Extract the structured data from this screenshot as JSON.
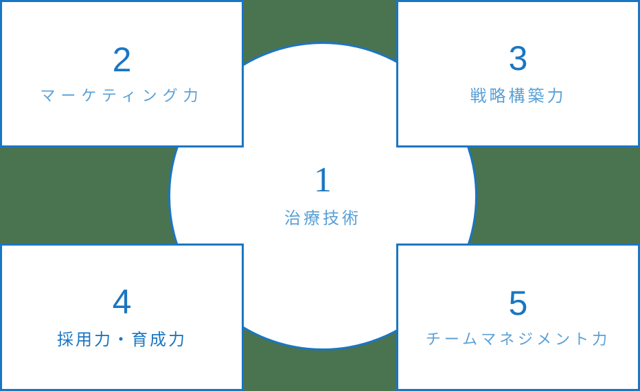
{
  "diagram": {
    "colors": {
      "background": "#4a7350",
      "border": "#1a76c2",
      "number": "#1a76c2",
      "label": "#5aa0d6",
      "fill": "#ffffff"
    },
    "center": {
      "number": "1",
      "label": "治療技術"
    },
    "items": [
      {
        "position": "top-left",
        "number": "2",
        "label": "マーケティング力"
      },
      {
        "position": "top-right",
        "number": "3",
        "label": "戦略構築力"
      },
      {
        "position": "bottom-left",
        "number": "4",
        "label": "採用力・育成力"
      },
      {
        "position": "bottom-right",
        "number": "5",
        "label": "チームマネジメント力"
      }
    ]
  }
}
